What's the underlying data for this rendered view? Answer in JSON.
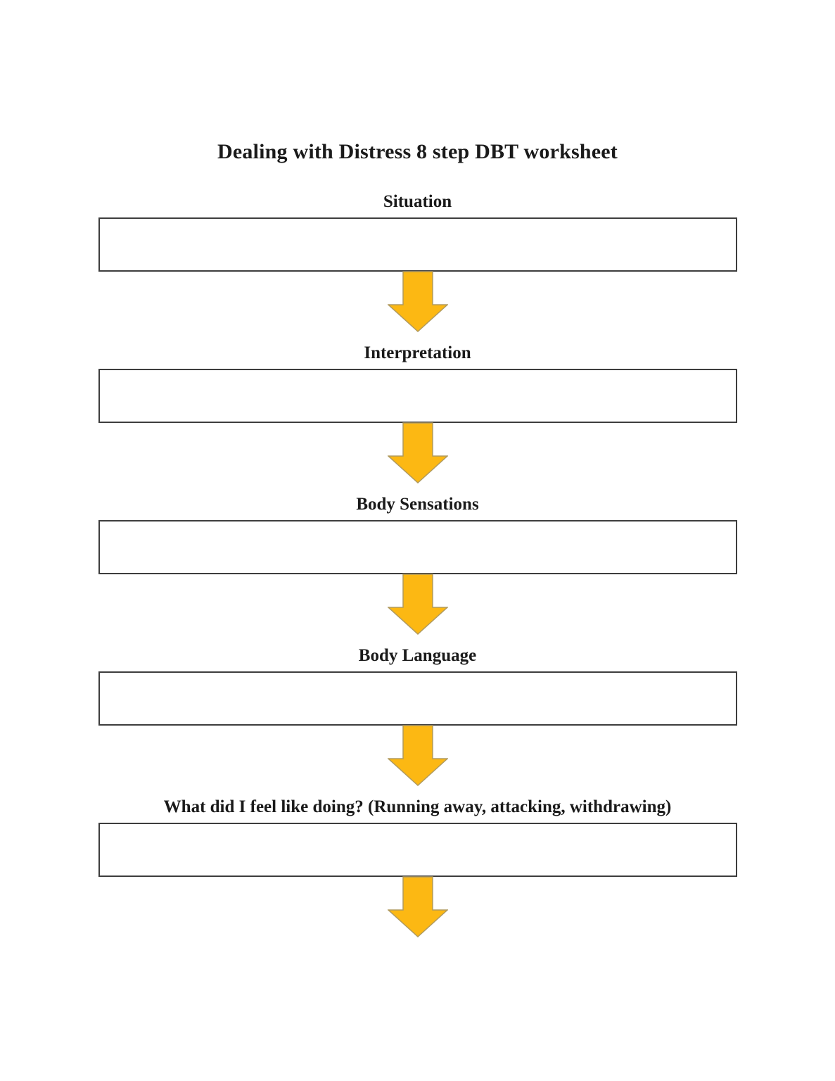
{
  "page": {
    "title": "Dealing with Distress 8 step DBT worksheet"
  },
  "sections": [
    {
      "label": "Situation"
    },
    {
      "label": "Interpretation"
    },
    {
      "label": "Body Sensations"
    },
    {
      "label": "Body Language"
    },
    {
      "label": "What did I feel like doing? (Running away, attacking, withdrawing)"
    }
  ],
  "icons": {
    "down_arrow": "down-arrow-icon"
  },
  "colors": {
    "arrow_fill": "#FCB813",
    "arrow_stroke": "#B09A5E",
    "box_border": "#3D3D3D",
    "text": "#1A1A1A"
  }
}
